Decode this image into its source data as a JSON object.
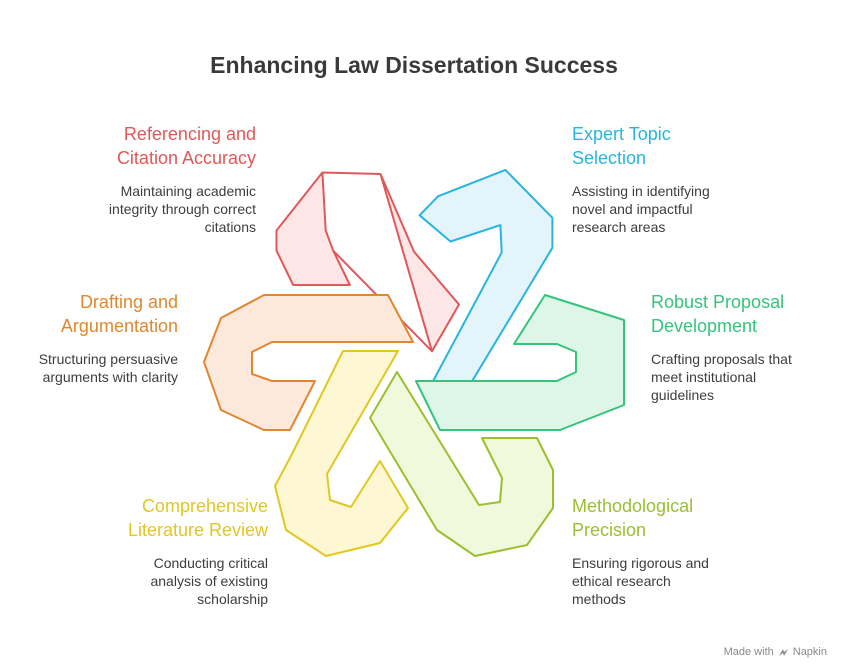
{
  "title": "Enhancing Law Dissertation Success",
  "colors": {
    "red": "#e0585a",
    "blue": "#27b5df",
    "green": "#34c47c",
    "lime": "#9bbf2e",
    "yellow": "#e0c81f",
    "orange": "#e0872f"
  },
  "items": [
    {
      "key": "referencing",
      "title_line1": "Referencing and",
      "title_line2": "Citation Accuracy",
      "desc": [
        "Maintaining academic",
        "integrity through correct",
        "citations"
      ]
    },
    {
      "key": "topic",
      "title_line1": "Expert Topic",
      "title_line2": "Selection",
      "desc": [
        "Assisting in identifying",
        "novel and impactful",
        "research areas"
      ]
    },
    {
      "key": "drafting",
      "title_line1": "Drafting and",
      "title_line2": "Argumentation",
      "desc": [
        "Structuring persuasive",
        "arguments with clarity"
      ]
    },
    {
      "key": "proposal",
      "title_line1": "Robust Proposal",
      "title_line2": "Development",
      "desc": [
        "Crafting proposals that",
        "meet institutional",
        "guidelines"
      ]
    },
    {
      "key": "literature",
      "title_line1": "Comprehensive",
      "title_line2": "Literature Review",
      "desc": [
        "Conducting critical",
        "analysis of existing",
        "scholarship"
      ]
    },
    {
      "key": "method",
      "title_line1": "Methodological",
      "title_line2": "Precision",
      "desc": [
        "Ensuring rigorous and",
        "ethical research",
        "methods"
      ]
    }
  ],
  "footer": {
    "made_with": "Made with",
    "brand": "Napkin",
    "icon": "napkin-logo-icon"
  }
}
